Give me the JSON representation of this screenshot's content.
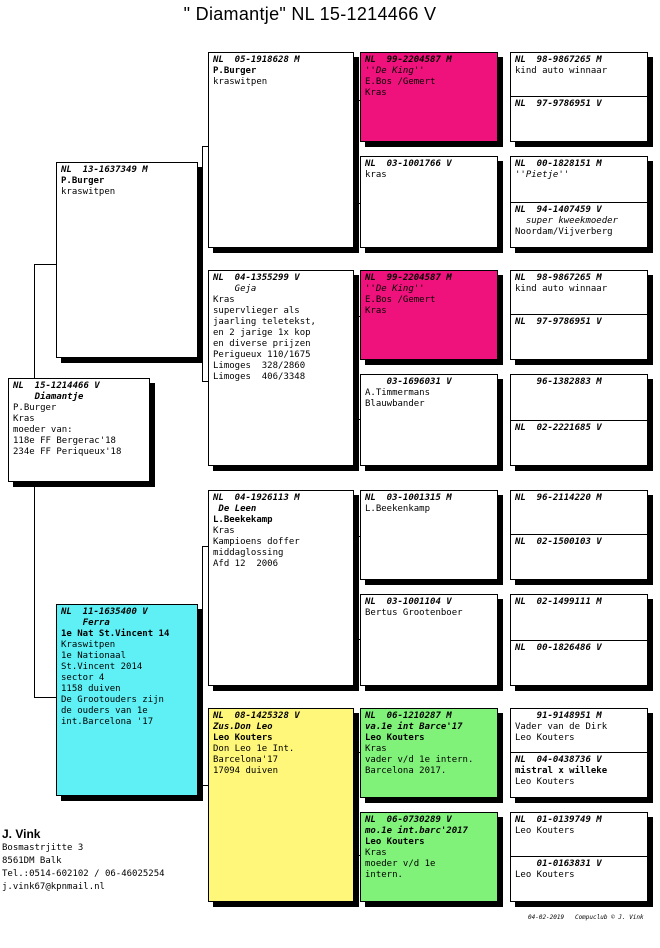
{
  "title": "\"   Diamantje\"  NL  15-1214466 V",
  "gen1": {
    "ring": "NL  15-1214466 V",
    "lines": [
      "    Diamantje",
      "P.Burger",
      "Kras",
      "moeder van:",
      "118e FF Bergerac'18",
      "234e FF Periqueux'18"
    ]
  },
  "gen2": [
    {
      "ring": "NL  13-1637349 M",
      "lines": [
        "",
        "P.Burger",
        "kraswitpen"
      ]
    },
    {
      "ring": "NL  11-1635400 V",
      "lines": [
        "    Ferra",
        "1e Nat St.Vincent 14",
        "Kraswitpen",
        "1e Nationaal",
        "St.Vincent 2014",
        "sector 4",
        "1158 duiven",
        "De Grootouders zijn",
        "de ouders van 1e",
        "int.Barcelona '17"
      ]
    }
  ],
  "gen3": [
    {
      "ring": "NL  05-1918628 M",
      "lines": [
        "",
        "P.Burger",
        "kraswitpen"
      ]
    },
    {
      "ring": "NL  04-1355299 V",
      "lines": [
        "",
        "    Geja",
        "",
        "Kras",
        "supervlieger als",
        "jaarling teletekst,",
        "en 2 jarige 1x kop",
        "en diverse prijzen",
        "",
        "Perigueux 110/1675",
        "Limoges  328/2860",
        "Limoges  406/3348"
      ]
    },
    {
      "ring": "NL  04-1926113 M",
      "lines": [
        " De Leen",
        "L.Beekekamp",
        "Kras",
        "Kampioens doffer",
        "middaglossing",
        "Afd 12  2006"
      ]
    },
    {
      "ring": "NL  08-1425328 V",
      "lines": [
        "Zus.Don Leo",
        "Leo Kouters",
        "",
        "Don Leo 1e Int.",
        "Barcelona'17",
        "17094 duiven"
      ]
    }
  ],
  "gen4": [
    {
      "ring": "NL  99-2204587 M",
      "lines": [
        "''De King''",
        "E.Bos /Gemert",
        "Kras"
      ]
    },
    {
      "ring": "NL  03-1001766 V",
      "lines": [
        "",
        "",
        "",
        "kras"
      ]
    },
    {
      "ring": "NL  99-2204587 M",
      "lines": [
        "''De King''",
        "E.Bos /Gemert",
        "Kras"
      ]
    },
    {
      "ring": "    03-1696031 V",
      "lines": [
        "",
        "",
        "A.Timmermans",
        "Blauwbander"
      ]
    },
    {
      "ring": "NL  03-1001315 M",
      "lines": [
        "",
        "L.Beekenkamp"
      ]
    },
    {
      "ring": "NL  03-1001104 V",
      "lines": [
        "",
        "",
        "Bertus Grootenboer"
      ]
    },
    {
      "ring": "NL  06-1210287 M",
      "lines": [
        "va.1e int Barce'17",
        "Leo Kouters",
        "Kras",
        "vader v/d 1e intern.",
        "Barcelona 2017."
      ]
    },
    {
      "ring": "NL  06-0730289 V",
      "lines": [
        "mo.1e int.barc'2017",
        "Leo Kouters",
        "Kras",
        "moeder v/d 1e",
        "intern."
      ]
    }
  ],
  "gen5": [
    {
      "top": {
        "ring": "NL  98-9867265 M",
        "lines": [
          "kind auto winnaar"
        ]
      },
      "bottom": {
        "ring": "NL  97-9786951 V",
        "lines": []
      }
    },
    {
      "top": {
        "ring": "NL  00-1828151 M",
        "lines": [
          "''Pietje''"
        ]
      },
      "bottom": {
        "ring": "NL  94-1407459 V",
        "lines": [
          "  super kweekmoeder",
          "Noordam/Vijverberg"
        ]
      }
    },
    {
      "top": {
        "ring": "NL  98-9867265 M",
        "lines": [
          "kind auto winnaar"
        ]
      },
      "bottom": {
        "ring": "NL  97-9786951 V",
        "lines": []
      }
    },
    {
      "top": {
        "ring": "    96-1382883 M",
        "lines": []
      },
      "bottom": {
        "ring": "NL  02-2221685 V",
        "lines": []
      }
    },
    {
      "top": {
        "ring": "NL  96-2114220 M",
        "lines": []
      },
      "bottom": {
        "ring": "NL  02-1500103 V",
        "lines": []
      }
    },
    {
      "top": {
        "ring": "NL  02-1499111 M",
        "lines": []
      },
      "bottom": {
        "ring": "NL  00-1826486 V",
        "lines": []
      }
    },
    {
      "top": {
        "ring": "    91-9148951 M",
        "lines": [
          "Vader van de Dirk",
          "Leo Kouters"
        ]
      },
      "bottom": {
        "ring": "NL  04-0438736 V",
        "lines": [
          "mistral x willeke",
          "Leo Kouters"
        ]
      }
    },
    {
      "top": {
        "ring": "NL  01-0139749 M",
        "lines": [
          "",
          "Leo Kouters"
        ]
      },
      "bottom": {
        "ring": "    01-0163831 V",
        "lines": [
          "",
          "",
          "Leo Kouters"
        ]
      }
    }
  ],
  "owner": {
    "name": "J. Vink",
    "address": "Bosmastrjitte 3",
    "city": "8561DM  Balk",
    "phone": "Tel.:0514-602102 / 06-46025254",
    "email": "j.vink67@kpnmail.nl"
  },
  "footer": "04-02-2019   Compuclub © J. Vink"
}
